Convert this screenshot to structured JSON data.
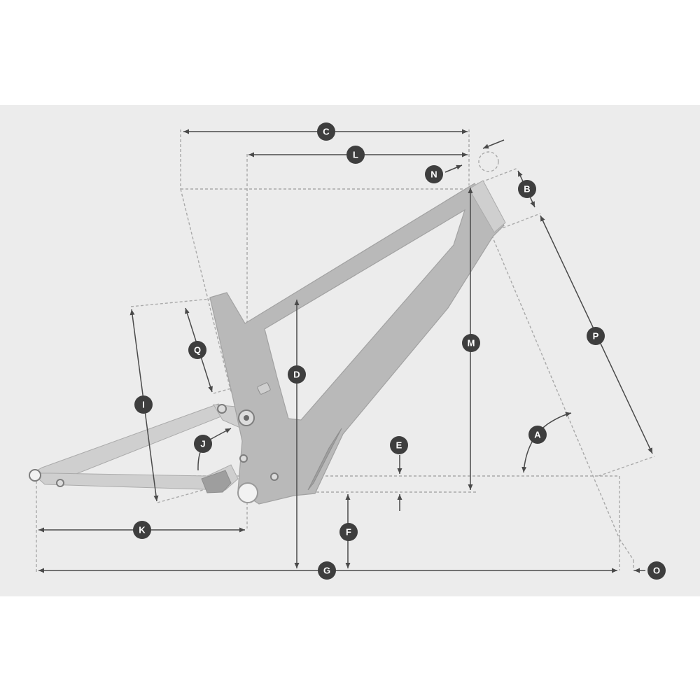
{
  "diagram": {
    "background_color": "#ececec",
    "frame_color": "#b9b9b9",
    "badge_color": "#3e3e3e",
    "labels": {
      "A": "A",
      "B": "B",
      "C": "C",
      "D": "D",
      "E": "E",
      "F": "F",
      "G": "G",
      "I": "I",
      "J": "J",
      "K": "K",
      "L": "L",
      "M": "M",
      "N": "N",
      "O": "O",
      "P": "P",
      "Q": "Q"
    }
  }
}
